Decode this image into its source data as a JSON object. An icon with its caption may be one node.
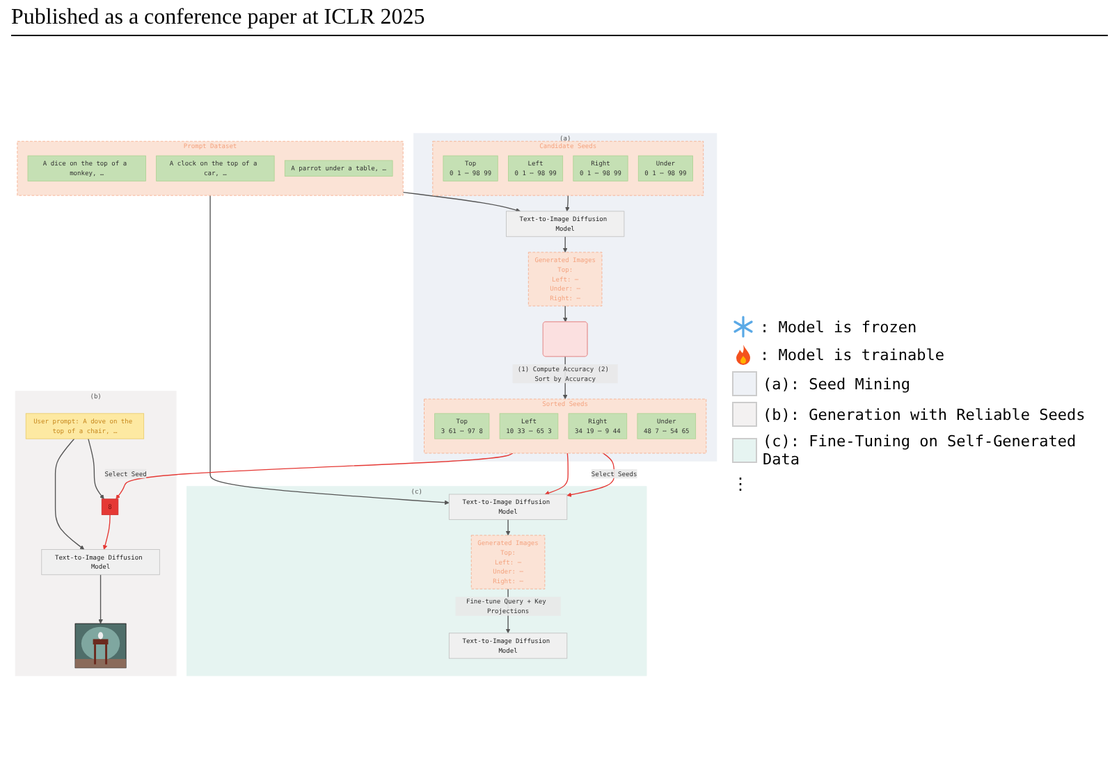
{
  "diagram": {
    "title": "Published as a conference paper at ICLR 2025",
    "nodes": [
      {
        "text": [
          "(a)"
        ]
      },
      {
        "text": [
          "Candidate Seeds"
        ],
        "in": 0
      },
      {
        "text": [
          "Top",
          "0 1 ⋯ 98 99"
        ],
        "in": 1
      },
      {
        "text": [
          "Left",
          "0 1 ⋯ 98 99"
        ],
        "in": 1
      },
      {
        "text": [
          "Right",
          "0 1 ⋯ 98 99"
        ],
        "in": 1
      },
      {
        "text": [
          "Under",
          "0 1 ⋯ 98 99"
        ],
        "in": 1
      },
      {
        "text": [
          "Text-to-Image Diffusion Model"
        ],
        "in": 0
      },
      {
        "text": [
          "Generated Images",
          "Top:",
          "Left: ⋯",
          "Under: ⋯",
          "Right: ⋯"
        ],
        "in": 0
      },
      {
        "text": [],
        "shape": "box",
        "in": 0
      },
      {
        "text": [
          "Sorted Seeds"
        ],
        "in": 0
      },
      {
        "text": [
          "Top",
          "3 61 ⋯ 97 8"
        ],
        "in": 9
      },
      {
        "text": [
          "Left",
          "10 33 ⋯ 65 3"
        ],
        "in": 9
      },
      {
        "text": [
          "Right",
          "34 19 ⋯ 9 44"
        ],
        "in": 9
      },
      {
        "text": [
          "Under",
          "48 7 ⋯ 54 65"
        ],
        "in": 9
      },
      {
        "text": [
          "Prompt Dataset"
        ]
      },
      {
        "text": [
          "A dice on the top of a monkey, …"
        ],
        "in": 14
      },
      {
        "text": [
          "A clock on the top of a car, …"
        ],
        "in": 14
      },
      {
        "text": [
          "A parrot under a table, …"
        ],
        "in": 14
      },
      {
        "text": [
          "(c)"
        ]
      },
      {
        "text": [
          "Text-to-Image Diffusion Model"
        ],
        "in": 18
      },
      {
        "text": [
          "Generated Images",
          "Top:",
          "Left: ⋯",
          "Under: ⋯",
          "Right: ⋯"
        ],
        "in": 18
      },
      {
        "text": [
          "Text-to-Image Diffusion Model"
        ],
        "in": 18
      },
      {
        "text": [
          "(b)"
        ]
      },
      {
        "text": [
          "User prompt: A dove on the top of a chair, …"
        ],
        "in": 22
      },
      {
        "text": [
          "8"
        ],
        "in": 22
      },
      {
        "text": [
          "Text-to-Image Diffusion Model"
        ],
        "in": 22
      },
      {
        "text": [],
        "shape": "picture",
        "in": 22
      }
    ],
    "edges": [
      {
        "from": 1,
        "to": 6,
        "arrow": "to"
      },
      {
        "from": 14,
        "to": 6,
        "arrow": "to"
      },
      {
        "from": 14,
        "to": 19,
        "arrow": "to"
      },
      {
        "from": 6,
        "to": 7,
        "arrow": "to"
      },
      {
        "from": 7,
        "to": 8,
        "arrow": "to"
      },
      {
        "from": 8,
        "to": 9,
        "arrow": "to",
        "label": "(1) Compute Accuracy (2) Sort by Accuracy"
      },
      {
        "from": 9,
        "to": 19,
        "arrow": "to",
        "color": "#e53935",
        "label": "Select Seeds"
      },
      {
        "from": 9,
        "to": 19,
        "arrow": "to",
        "color": "#e53935"
      },
      {
        "from": 19,
        "to": 20,
        "arrow": "to"
      },
      {
        "from": 20,
        "to": 21,
        "arrow": "to",
        "label": "Fine-tune Query + Key Projections"
      },
      {
        "from": 9,
        "to": 24,
        "arrow": "to",
        "color": "#e53935",
        "label": "Select Seed"
      },
      {
        "from": 23,
        "to": 24,
        "arrow": "to"
      },
      {
        "from": 23,
        "to": 25,
        "arrow": "to"
      },
      {
        "from": 24,
        "to": 25,
        "arrow": "to",
        "color": "#e53935"
      },
      {
        "from": 25,
        "to": 26,
        "arrow": "to"
      }
    ],
    "labels": [
      "⋮"
    ],
    "legend": [
      {
        "text": ": Model is frozen"
      },
      {
        "text": ": Model is trainable"
      },
      {
        "text": "(a): Seed Mining",
        "color": "#eef1f6"
      },
      {
        "text": "(b): Generation with Reliable Seeds",
        "color": "#f3f1f1"
      },
      {
        "text": "(c): Fine-Tuning on Self-Generated Data",
        "color": "#e6f4f1"
      }
    ]
  }
}
